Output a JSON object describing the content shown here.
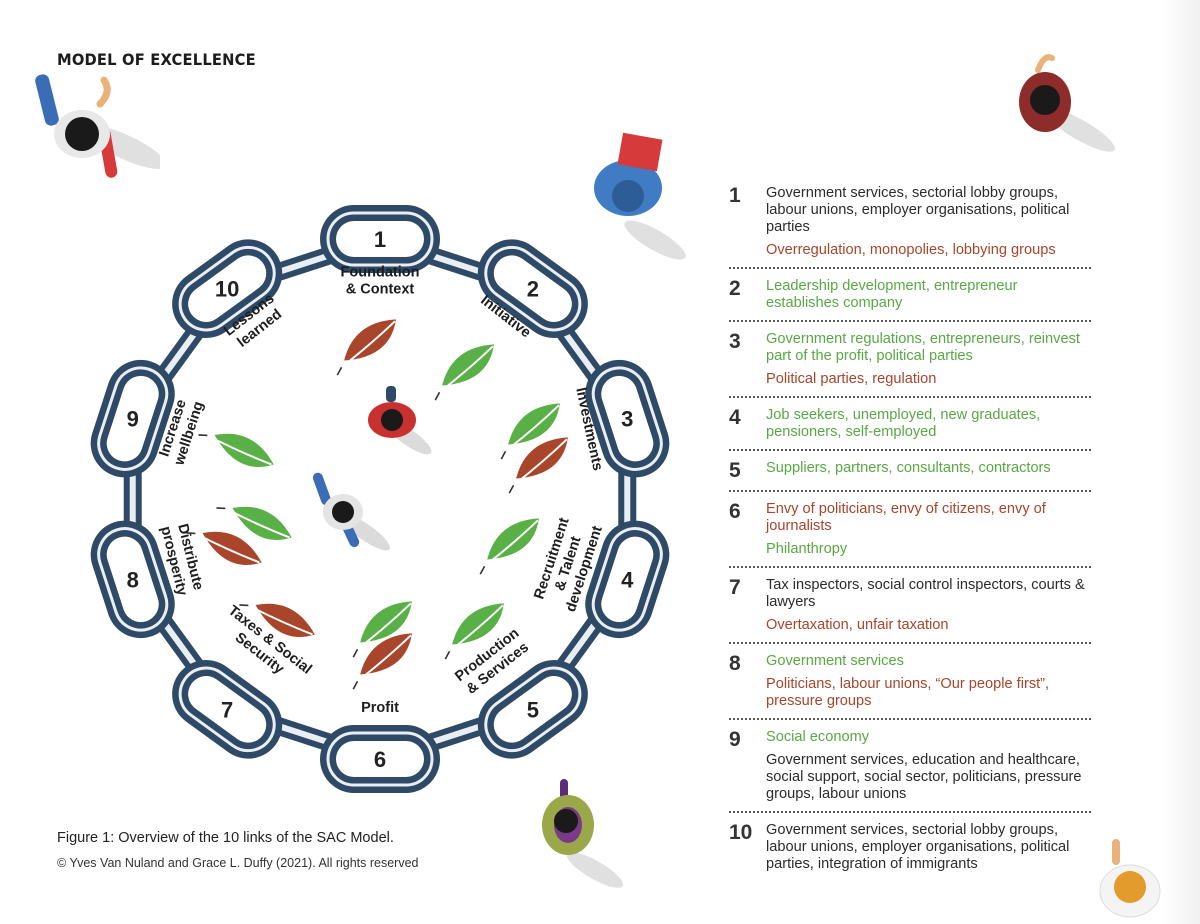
{
  "header": {
    "section_title": "MODEL OF EXCELLENCE"
  },
  "diagram": {
    "links": [
      {
        "number": "1",
        "label": "Foundation\n& Context"
      },
      {
        "number": "2",
        "label": "Initiative"
      },
      {
        "number": "3",
        "label": "Investments"
      },
      {
        "number": "4",
        "label": "Recruitment\n& Talent\ndevelopment"
      },
      {
        "number": "5",
        "label": "Production\n& Services"
      },
      {
        "number": "6",
        "label": "Profit"
      },
      {
        "number": "7",
        "label": "Taxes & Social\nSecurity"
      },
      {
        "number": "8",
        "label": "Distribute\nprosperity"
      },
      {
        "number": "9",
        "label": "Increase\nwellbeing"
      },
      {
        "number": "10",
        "label": "Lessons\nlearned"
      }
    ],
    "colors": {
      "chain": "#2e4a67",
      "chain_light": "#e9eef3",
      "green_leaf": "#58b047",
      "red_leaf": "#a8452b"
    }
  },
  "legend": [
    {
      "number": "1",
      "lines": [
        {
          "text": "Government services, sectorial lobby groups, labour unions, employer organisations, political parties",
          "tone": "dark"
        },
        {
          "text": "Overregulation, monopolies, lobbying groups",
          "tone": "red"
        }
      ]
    },
    {
      "number": "2",
      "lines": [
        {
          "text": "Leadership development, entrepreneur establishes company",
          "tone": "green"
        }
      ]
    },
    {
      "number": "3",
      "lines": [
        {
          "text": "Government regulations, entrepreneurs, reinvest part of the profit, political parties",
          "tone": "green"
        },
        {
          "text": "Political parties, regulation",
          "tone": "red"
        }
      ]
    },
    {
      "number": "4",
      "lines": [
        {
          "text": "Job seekers, unemployed, new graduates, pensioners, self-employed",
          "tone": "green"
        }
      ]
    },
    {
      "number": "5",
      "lines": [
        {
          "text": "Suppliers, partners, consultants, contractors",
          "tone": "green"
        }
      ]
    },
    {
      "number": "6",
      "lines": [
        {
          "text": "Envy of politicians, envy of citizens, envy of journalists",
          "tone": "red"
        },
        {
          "text": "Philanthropy",
          "tone": "green"
        }
      ]
    },
    {
      "number": "7",
      "lines": [
        {
          "text": "Tax inspectors, social control inspectors, courts & lawyers",
          "tone": "dark"
        },
        {
          "text": "Overtaxation, unfair taxation",
          "tone": "red"
        }
      ]
    },
    {
      "number": "8",
      "lines": [
        {
          "text": "Government services",
          "tone": "green"
        },
        {
          "text": "Politicians, labour unions, “Our people first”, pressure groups",
          "tone": "red"
        }
      ]
    },
    {
      "number": "9",
      "lines": [
        {
          "text": "Social economy",
          "tone": "green"
        },
        {
          "text": "Government services, education and healthcare, social support, social sector, politicians, pressure groups, labour unions",
          "tone": "dark"
        }
      ]
    },
    {
      "number": "10",
      "lines": [
        {
          "text": "Government services, sectorial lobby groups, labour unions, employer organisations, political parties, integration of immigrants",
          "tone": "dark"
        }
      ]
    }
  ],
  "footer": {
    "caption": "Figure 1: Overview of the 10 links of the SAC Model.",
    "copyright": "© Yves Van Nuland and Grace L. Duffy (2021). All rights reserved"
  }
}
